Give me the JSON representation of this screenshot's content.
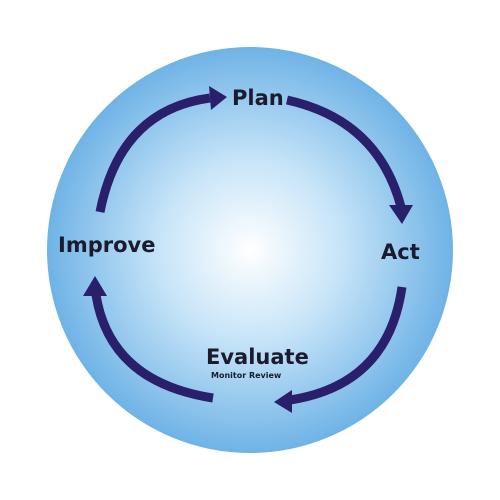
{
  "diagram": {
    "steps": [
      {
        "id": "plan",
        "label": "Plan"
      },
      {
        "id": "act",
        "label": "Act"
      },
      {
        "id": "evaluate",
        "label": "Evaluate",
        "sublabel": "Monitor Review"
      },
      {
        "id": "improve",
        "label": "Improve"
      }
    ],
    "colors": {
      "circle_center": "#ffffff",
      "circle_mid": "#c6e4f8",
      "circle_edge": "#6fb3e6",
      "arrow": "#2a1f6b",
      "text": "#1c1a2e"
    }
  }
}
